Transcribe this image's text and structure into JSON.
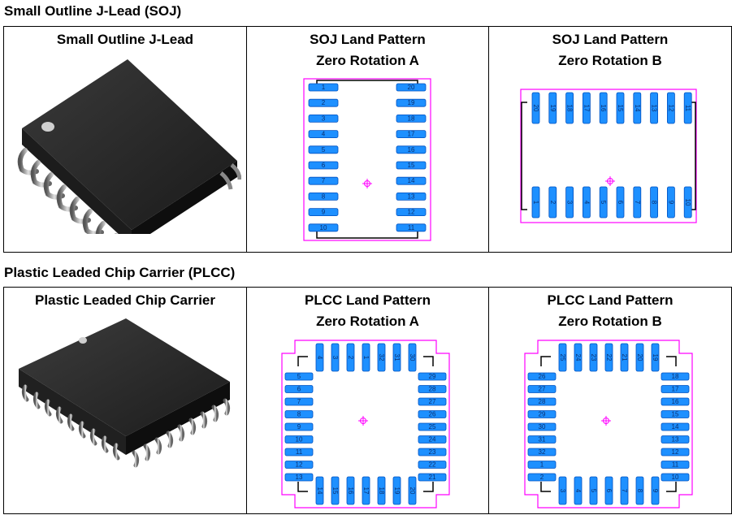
{
  "soj": {
    "section_title": "Small Outline J-Lead (SOJ)",
    "component_title": "Small Outline J-Lead",
    "pattern_a": {
      "line1": "SOJ Land Pattern",
      "line2": "Zero Rotation A"
    },
    "pattern_b": {
      "line1": "SOJ Land Pattern",
      "line2": "Zero Rotation B"
    },
    "a_left_pins": [
      "1",
      "2",
      "3",
      "4",
      "5",
      "6",
      "7",
      "8",
      "9",
      "10"
    ],
    "a_right_pins": [
      "20",
      "19",
      "18",
      "17",
      "16",
      "15",
      "14",
      "13",
      "12",
      "11"
    ],
    "b_top_pins": [
      "20",
      "19",
      "18",
      "17",
      "16",
      "15",
      "14",
      "13",
      "12",
      "11"
    ],
    "b_bottom_pins": [
      "1",
      "2",
      "3",
      "4",
      "5",
      "6",
      "7",
      "8",
      "9",
      "10"
    ]
  },
  "plcc": {
    "section_title": "Plastic Leaded Chip Carrier (PLCC)",
    "component_title": "Plastic Leaded Chip Carrier",
    "pattern_a": {
      "line1": "PLCC Land Pattern",
      "line2": "Zero Rotation A"
    },
    "pattern_b": {
      "line1": "PLCC Land Pattern",
      "line2": "Zero Rotation B"
    },
    "a_top_pins": [
      "4",
      "3",
      "2",
      "1",
      "32",
      "31",
      "30"
    ],
    "a_left_pins": [
      "5",
      "6",
      "7",
      "8",
      "9",
      "10",
      "11",
      "12",
      "13"
    ],
    "a_bottom_pins": [
      "14",
      "15",
      "16",
      "17",
      "18",
      "19",
      "20"
    ],
    "a_right_pins": [
      "29",
      "28",
      "27",
      "26",
      "25",
      "24",
      "23",
      "22",
      "21"
    ],
    "b_top_pins": [
      "25",
      "24",
      "23",
      "22",
      "21",
      "20",
      "19"
    ],
    "b_left_pins": [
      "26",
      "27",
      "28",
      "29",
      "30",
      "31",
      "32",
      "1",
      "2"
    ],
    "b_bottom_pins": [
      "3",
      "4",
      "5",
      "6",
      "7",
      "8",
      "9"
    ],
    "b_right_pins": [
      "18",
      "17",
      "16",
      "15",
      "14",
      "13",
      "12",
      "11",
      "10"
    ]
  },
  "colors": {
    "pad_fill": "#1e90ff",
    "pad_stroke": "#0050c0",
    "courtyard": "#ff00ff",
    "silkscreen": "#000000"
  }
}
